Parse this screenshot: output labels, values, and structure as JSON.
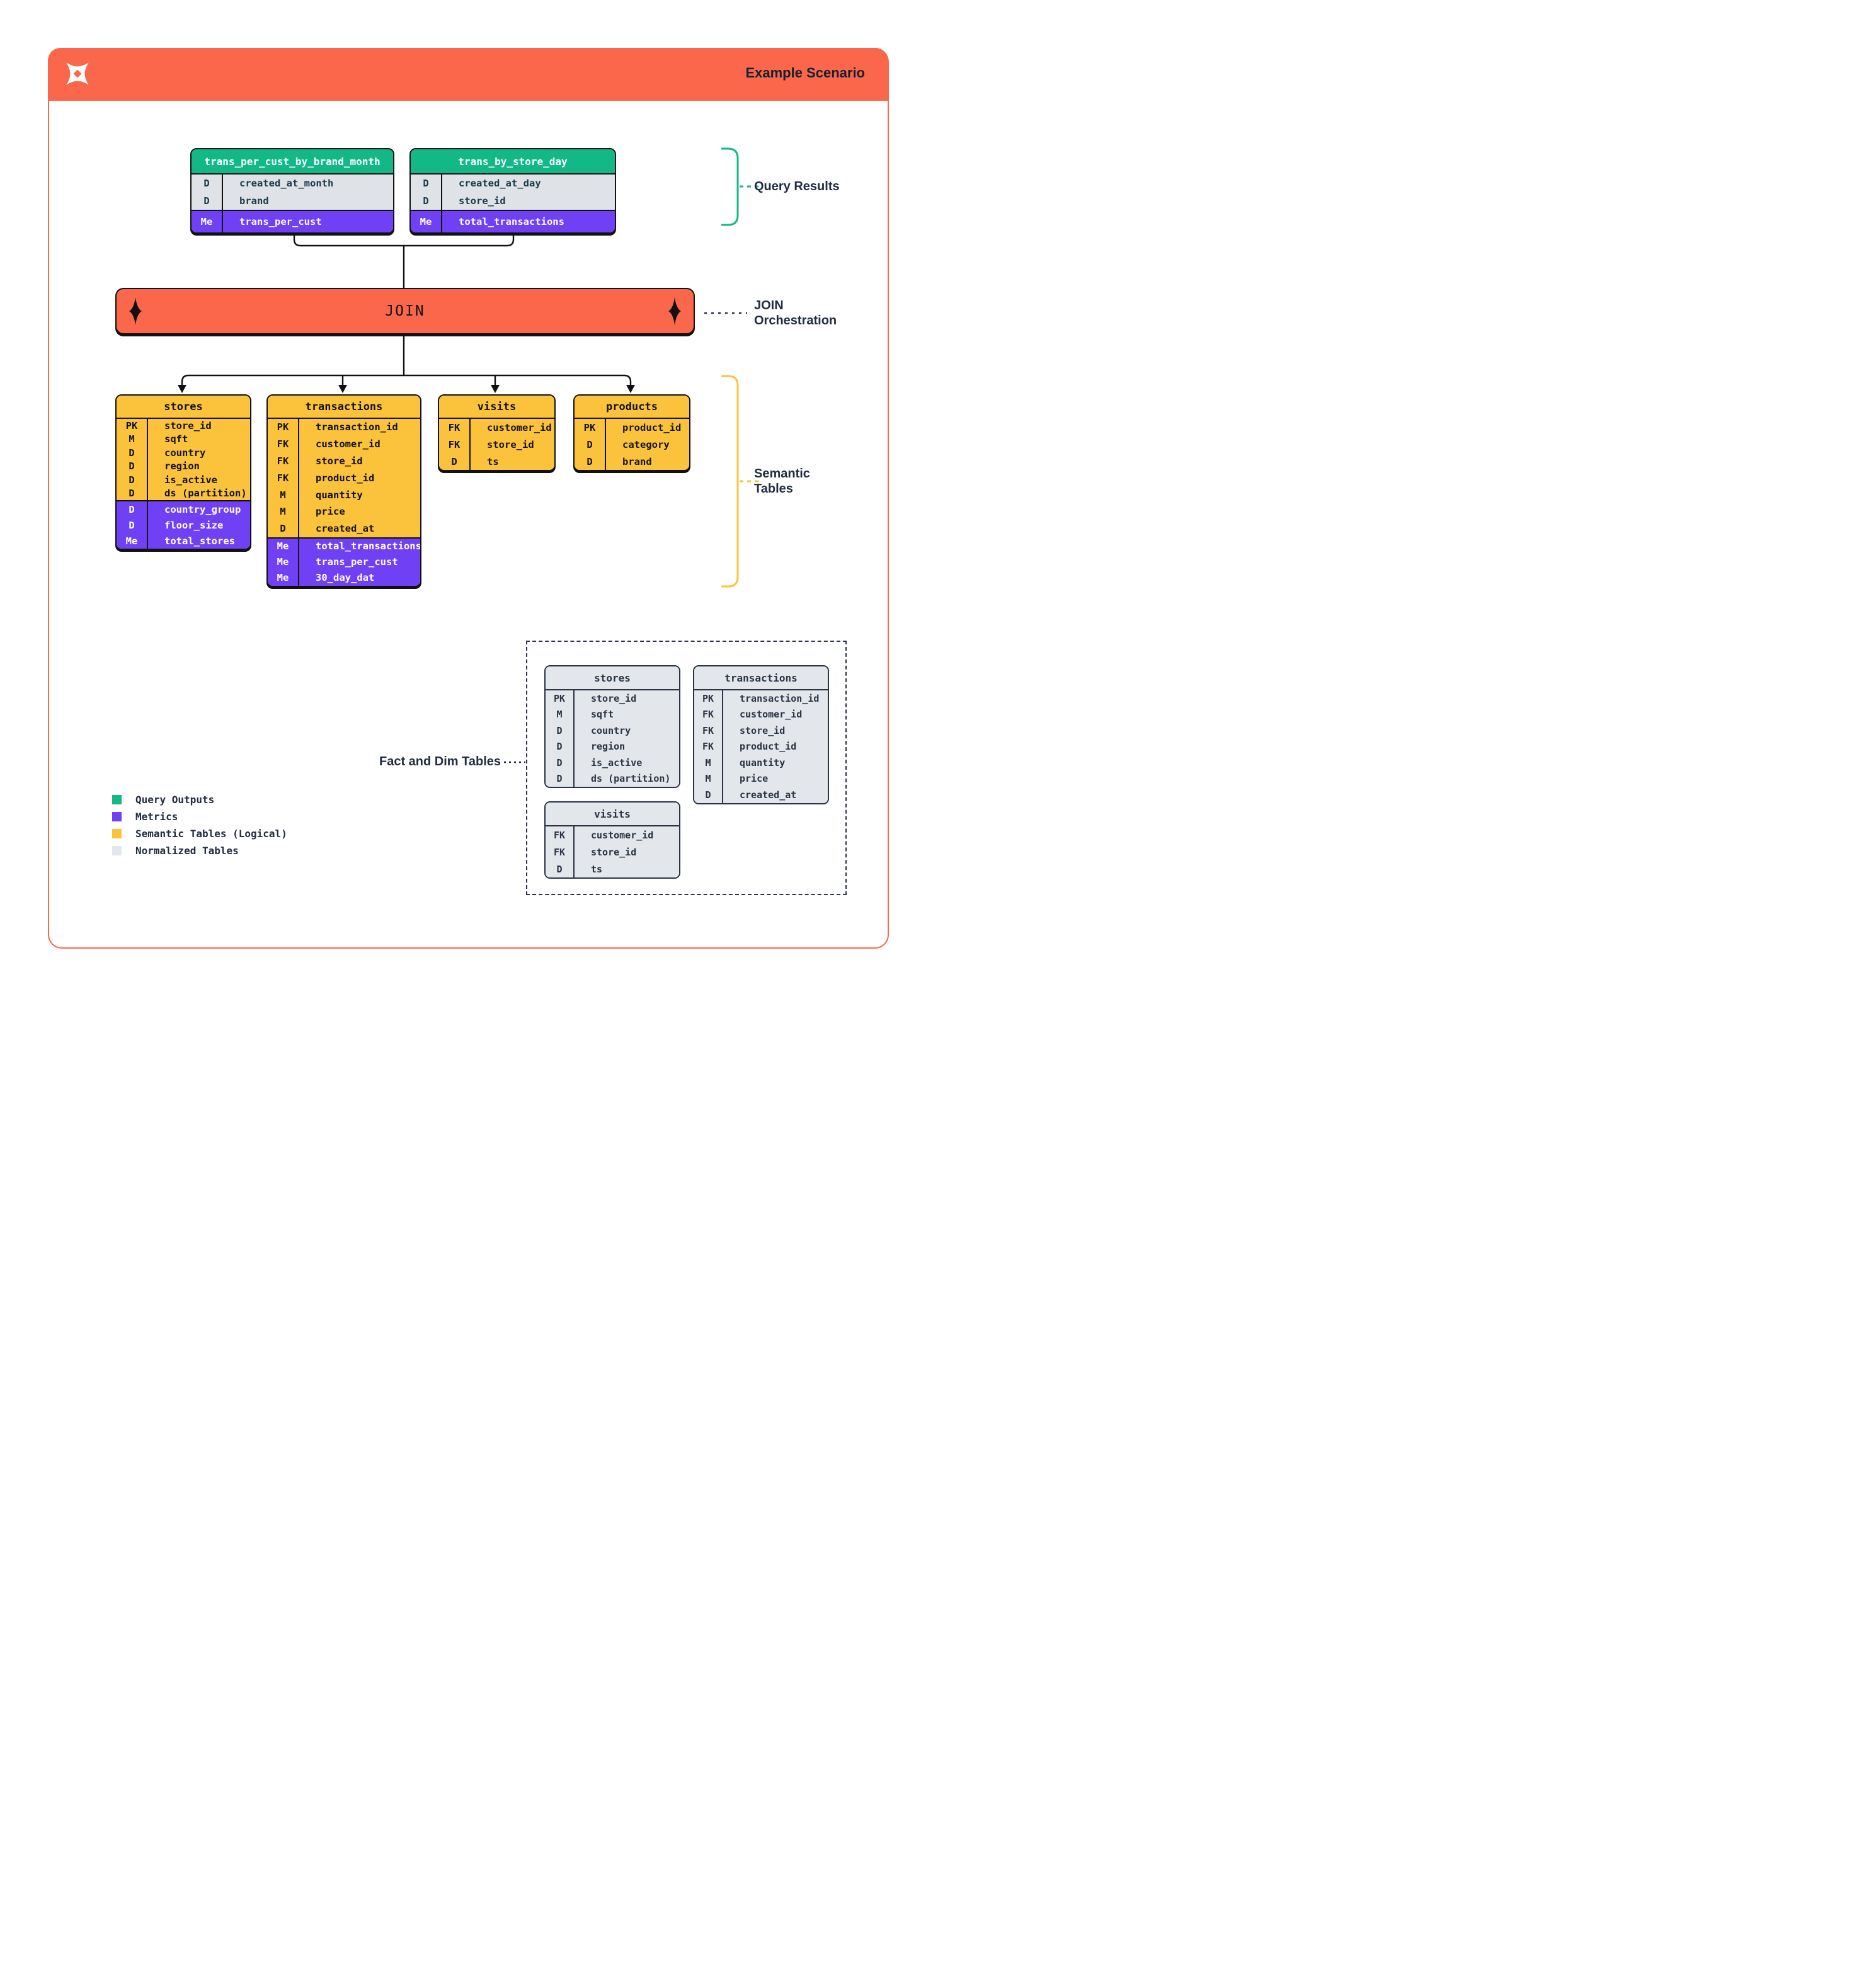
{
  "header": {
    "title": "Example Scenario",
    "logo": "dbt-star-logo"
  },
  "join": {
    "label": "JOIN"
  },
  "annotations": {
    "query_results": "Query Results",
    "join_orchestration": "JOIN\nOrchestration",
    "semantic_tables": "Semantic\nTables",
    "fact_dim": "Fact and Dim Tables"
  },
  "query_tables": [
    {
      "title": "trans_per_cust_by_brand_month",
      "dims": [
        {
          "badge": "D",
          "name": "created_at_month"
        },
        {
          "badge": "D",
          "name": "brand"
        }
      ],
      "metrics": [
        {
          "badge": "Me",
          "name": "trans_per_cust"
        }
      ]
    },
    {
      "title": "trans_by_store_day",
      "dims": [
        {
          "badge": "D",
          "name": "created_at_day"
        },
        {
          "badge": "D",
          "name": "store_id"
        }
      ],
      "metrics": [
        {
          "badge": "Me",
          "name": "total_transactions"
        }
      ]
    }
  ],
  "semantic_tables": [
    {
      "title": "stores",
      "fields": [
        {
          "badge": "PK",
          "name": "store_id"
        },
        {
          "badge": "M",
          "name": "sqft"
        },
        {
          "badge": "D",
          "name": "country"
        },
        {
          "badge": "D",
          "name": "region"
        },
        {
          "badge": "D",
          "name": "is_active"
        },
        {
          "badge": "D",
          "name": "ds (partition)"
        }
      ],
      "metrics": [
        {
          "badge": "D",
          "name": "country_group"
        },
        {
          "badge": "D",
          "name": "floor_size"
        },
        {
          "badge": "Me",
          "name": "total_stores"
        }
      ]
    },
    {
      "title": "transactions",
      "fields": [
        {
          "badge": "PK",
          "name": "transaction_id"
        },
        {
          "badge": "FK",
          "name": "customer_id"
        },
        {
          "badge": "FK",
          "name": "store_id"
        },
        {
          "badge": "FK",
          "name": "product_id"
        },
        {
          "badge": "M",
          "name": "quantity"
        },
        {
          "badge": "M",
          "name": "price"
        },
        {
          "badge": "D",
          "name": "created_at"
        }
      ],
      "metrics": [
        {
          "badge": "Me",
          "name": "total_transactions"
        },
        {
          "badge": "Me",
          "name": "trans_per_cust"
        },
        {
          "badge": "Me",
          "name": "30_day_dat"
        }
      ]
    },
    {
      "title": "visits",
      "fields": [
        {
          "badge": "FK",
          "name": "customer_id"
        },
        {
          "badge": "FK",
          "name": "store_id"
        },
        {
          "badge": "D",
          "name": "ts"
        }
      ],
      "metrics": []
    },
    {
      "title": "products",
      "fields": [
        {
          "badge": "PK",
          "name": "product_id"
        },
        {
          "badge": "D",
          "name": "category"
        },
        {
          "badge": "D",
          "name": "brand"
        }
      ],
      "metrics": []
    }
  ],
  "normalized_tables": [
    {
      "title": "stores",
      "fields": [
        {
          "badge": "PK",
          "name": "store_id"
        },
        {
          "badge": "M",
          "name": "sqft"
        },
        {
          "badge": "D",
          "name": "country"
        },
        {
          "badge": "D",
          "name": "region"
        },
        {
          "badge": "D",
          "name": "is_active"
        },
        {
          "badge": "D",
          "name": "ds (partition)"
        }
      ]
    },
    {
      "title": "transactions",
      "fields": [
        {
          "badge": "PK",
          "name": "transaction_id"
        },
        {
          "badge": "FK",
          "name": "customer_id"
        },
        {
          "badge": "FK",
          "name": "store_id"
        },
        {
          "badge": "FK",
          "name": "product_id"
        },
        {
          "badge": "M",
          "name": "quantity"
        },
        {
          "badge": "M",
          "name": "price"
        },
        {
          "badge": "D",
          "name": "created_at"
        }
      ]
    },
    {
      "title": "visits",
      "fields": [
        {
          "badge": "FK",
          "name": "customer_id"
        },
        {
          "badge": "FK",
          "name": "store_id"
        },
        {
          "badge": "D",
          "name": "ts"
        }
      ]
    }
  ],
  "legend": [
    {
      "label": "Query Outputs",
      "color": "#12B886"
    },
    {
      "label": "Metrics",
      "color": "#7040F5"
    },
    {
      "label": "Semantic Tables (Logical)",
      "color": "#FBC33C"
    },
    {
      "label": "Normalized Tables",
      "color": "#E3E6EA"
    }
  ],
  "colors": {
    "accent_orange": "#FA674A",
    "query_green": "#12B886",
    "metric_purple": "#7040F5",
    "semantic_yellow": "#FBC33C",
    "normalized_gray": "#E3E6EA",
    "ink_dark": "#232D3F",
    "line_black": "#111111"
  }
}
